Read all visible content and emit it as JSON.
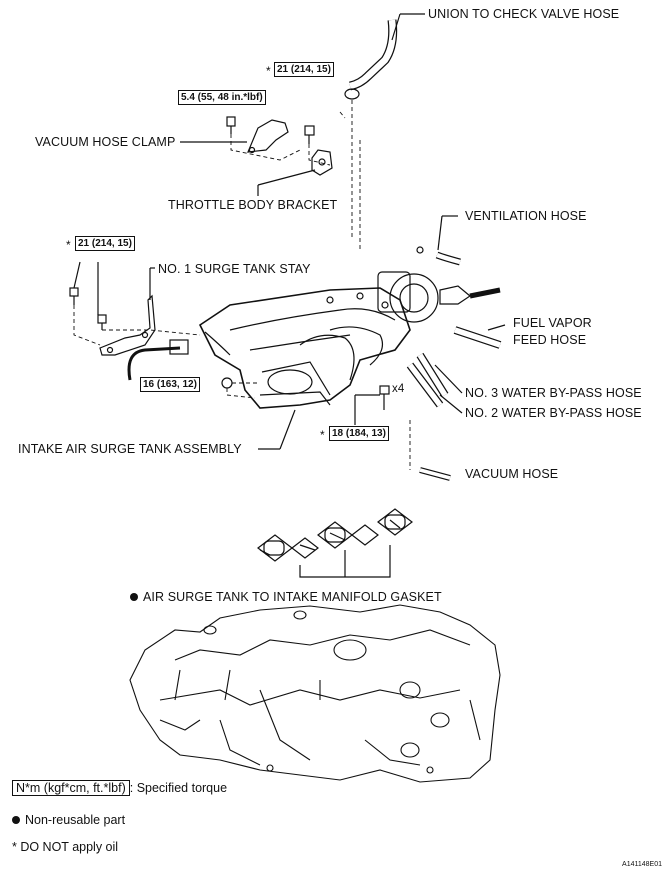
{
  "labels": {
    "union_hose": "UNION TO CHECK VALVE HOSE",
    "vacuum_hose_clamp": "VACUUM HOSE CLAMP",
    "throttle_body_bracket": "THROTTLE BODY BRACKET",
    "ventilation_hose": "VENTILATION HOSE",
    "surge_tank_stay": "NO. 1 SURGE TANK STAY",
    "fuel_vapor_line1": "FUEL VAPOR",
    "fuel_vapor_line2": "FEED HOSE",
    "water_bypass_3": "NO. 3 WATER BY-PASS HOSE",
    "water_bypass_2": "NO. 2 WATER BY-PASS HOSE",
    "vacuum_hose": "VACUUM HOSE",
    "surge_tank_assembly": "INTAKE AIR SURGE TANK ASSEMBLY",
    "gasket": "AIR SURGE TANK TO INTAKE MANIFOLD GASKET"
  },
  "torques": {
    "t_top": "21 (214, 15)",
    "t_clamp": "5.4 (55, 48 in.*lbf)",
    "t_left": "21 (214, 15)",
    "t_16": "16 (163, 12)",
    "t_18": "18 (184, 13)"
  },
  "markers": {
    "star": "*",
    "x4": "x4"
  },
  "legend": {
    "torque_unit": "N*m (kgf*cm, ft.*lbf)",
    "torque_desc": ": Specified torque",
    "non_reusable": "Non-reusable part",
    "no_oil": "* DO NOT apply oil"
  },
  "figure_code": "A141148E01"
}
